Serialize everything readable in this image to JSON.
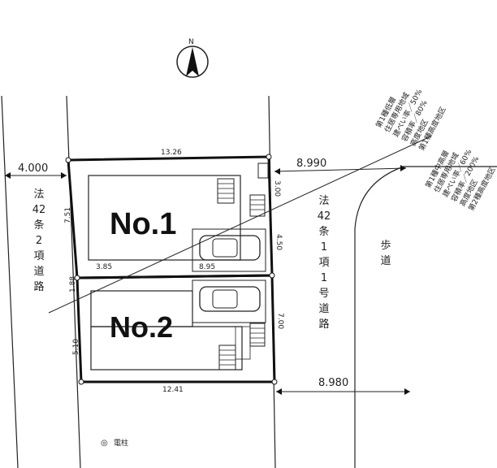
{
  "compass": {
    "label": "N"
  },
  "lots": {
    "lot1": {
      "label": "No.1"
    },
    "lot2": {
      "label": "No.2"
    }
  },
  "dimensions": {
    "top": "13.26",
    "bottom": "12.41",
    "left_lot1": "7.51",
    "left_mid": "1.88",
    "left_lot2": "5.10",
    "right_top": "3.00",
    "right_mid": "4.50",
    "right_lot2": "7.00",
    "inner_left": "3.85",
    "inner_right": "8.95"
  },
  "roads": {
    "left": {
      "width": "4.000",
      "name": [
        "法",
        "42",
        "条",
        "2",
        "項",
        "道",
        "路"
      ]
    },
    "right": {
      "width_top": "8.990",
      "width_bottom": "8.980",
      "name": [
        "法",
        "42",
        "条",
        "1",
        "項",
        "1",
        "号",
        "道",
        "路"
      ]
    },
    "sidewalk": [
      "歩",
      "道"
    ]
  },
  "zoning": {
    "upper": [
      "第1種低層",
      "住居専用地域",
      "建ぺい率／50%",
      "容積率／80%",
      "高度地区",
      "第1種高度地区"
    ],
    "lower": [
      "第1種中高層",
      "住居専用地域",
      "建ぺい率／60%",
      "容積率／200%",
      "高度地区",
      "第2種高度地区"
    ]
  },
  "legend": {
    "symbol": "◎",
    "text": "電柱"
  }
}
